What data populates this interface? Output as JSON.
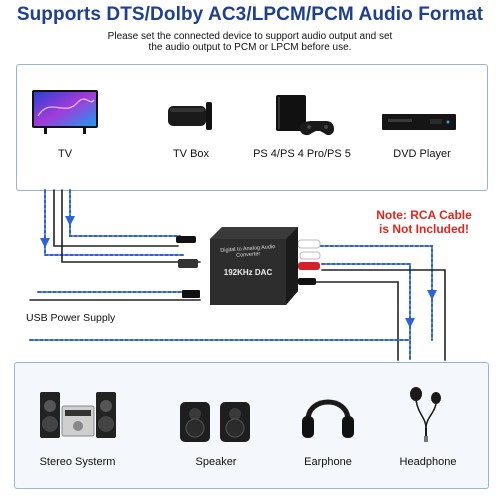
{
  "title": "Supports DTS/Dolby AC3/LPCM/PCM Audio Format",
  "subtitle_line1": "Please set the connected device to support audio output and set",
  "subtitle_line2": "the audio output to PCM or LPCM before use.",
  "sources": [
    {
      "label": "TV",
      "icon": "tv-icon"
    },
    {
      "label": "TV Box",
      "icon": "tv-box-icon"
    },
    {
      "label": "PS 4/PS 4 Pro/PS 5",
      "icon": "game-console-icon"
    },
    {
      "label": "DVD Player",
      "icon": "dvd-player-icon"
    }
  ],
  "note_label": "Note:",
  "note_line1": "RCA Cable",
  "note_line2": "is Not Included!",
  "usb_label": "USB Power Supply",
  "dac": {
    "name": "Digital to Analog Audio Converter",
    "spec": "192KHz DAC"
  },
  "outputs": [
    {
      "label": "Stereo Systerm",
      "icon": "stereo-system-icon"
    },
    {
      "label": "Speaker",
      "icon": "speaker-icon"
    },
    {
      "label": "Earphone",
      "icon": "earphone-icon"
    },
    {
      "label": "Headphone",
      "icon": "headphone-icon"
    }
  ],
  "colors": {
    "title": "#1f3f8f",
    "note": "#e4251c",
    "cable_blue": "#2e62d8",
    "panel_border": "#9cb4d0"
  }
}
